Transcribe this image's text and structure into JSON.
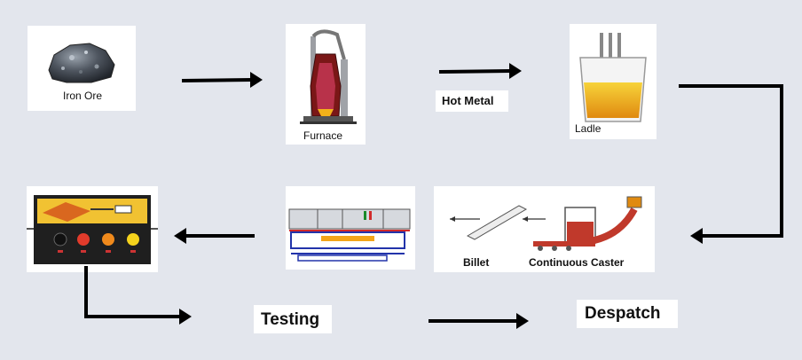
{
  "steps": {
    "iron_ore": "Iron Ore",
    "furnace": "Furnace",
    "hot_metal": "Hot Metal",
    "ladle": "Ladle",
    "billet": "Billet",
    "continuous_caster": "Continuous Caster",
    "testing": "Testing",
    "despatch": "Despatch"
  },
  "colors": {
    "background": "#e3e6ed",
    "arrow": "#000000",
    "molten_metal": "#f3b21a",
    "furnace_red": "#8b1a1a",
    "caster_red": "#c0392b"
  },
  "icons": {
    "iron_ore": "ore-rock-icon",
    "furnace": "blast-furnace-icon",
    "ladle": "ladle-icon",
    "rolling_mill": "rolling-mill-icon",
    "continuous_caster": "continuous-caster-icon",
    "control_panel": "control-panel-icon"
  }
}
